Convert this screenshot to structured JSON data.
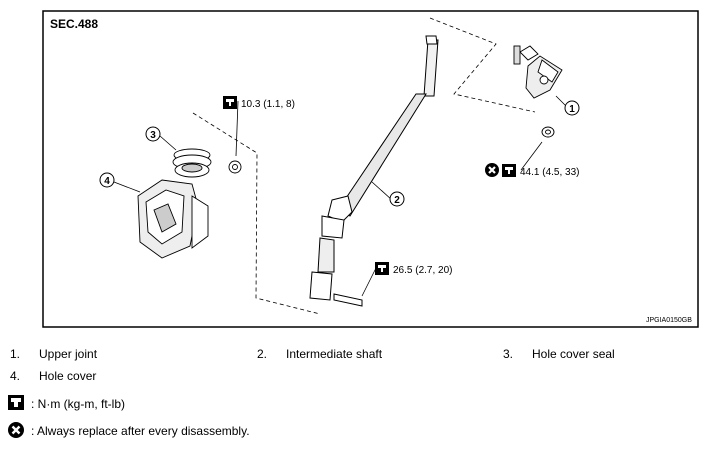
{
  "figure": {
    "section": "SEC.488",
    "code": "JPGIA0150GB",
    "callouts": [
      "1",
      "2",
      "3",
      "4"
    ],
    "torques": [
      "10.3 (1.1, 8)",
      "44.1 (4.5, 33)",
      "26.5 (2.7, 20)"
    ]
  },
  "parts": [
    {
      "num": "1.",
      "label": "Upper joint"
    },
    {
      "num": "2.",
      "label": "Intermediate shaft"
    },
    {
      "num": "3.",
      "label": "Hole cover seal"
    },
    {
      "num": "4.",
      "label": "Hole cover"
    }
  ],
  "symbols": {
    "torque_text": ": N·m (kg-m, ft-lb)",
    "replace_text": ": Always replace after every disassembly.",
    "torque_icon": "torque-wrench-icon",
    "replace_icon": "do-not-reuse-icon"
  }
}
